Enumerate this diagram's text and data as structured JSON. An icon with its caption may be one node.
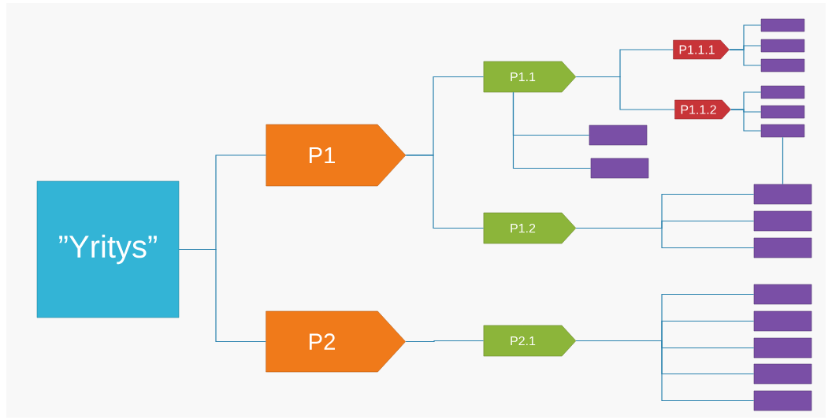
{
  "diagram": {
    "nodes": [
      {
        "text": [
          "”Yritys”"
        ]
      },
      {
        "text": [
          "P1"
        ]
      },
      {
        "text": [
          "P2"
        ]
      },
      {
        "text": [
          "P1.1"
        ]
      },
      {
        "text": [
          "P1.2"
        ]
      },
      {
        "text": [
          "P2.1"
        ]
      },
      {
        "text": [
          "P1.1.1"
        ]
      },
      {
        "text": [
          "P1.1.2"
        ]
      },
      {
        "text": [],
        "shape": "box"
      },
      {
        "text": [],
        "shape": "box"
      },
      {
        "text": [],
        "shape": "box"
      },
      {
        "text": [],
        "shape": "box"
      },
      {
        "text": [],
        "shape": "box"
      },
      {
        "text": [],
        "shape": "box"
      },
      {
        "text": [],
        "shape": "box"
      },
      {
        "text": [],
        "shape": "box"
      },
      {
        "text": [],
        "shape": "box"
      },
      {
        "text": [],
        "shape": "box"
      },
      {
        "text": [],
        "shape": "box"
      },
      {
        "text": [],
        "shape": "box"
      },
      {
        "text": [],
        "shape": "box"
      },
      {
        "text": [],
        "shape": "box"
      },
      {
        "text": [],
        "shape": "box"
      },
      {
        "text": [],
        "shape": "box"
      }
    ],
    "edges": [
      {
        "from": 0,
        "to": 1,
        "arrow": "none"
      },
      {
        "from": 0,
        "to": 2,
        "arrow": "none"
      },
      {
        "from": 1,
        "to": 3,
        "arrow": "none"
      },
      {
        "from": 1,
        "to": 4,
        "arrow": "none"
      },
      {
        "from": 2,
        "to": 5,
        "arrow": "none"
      },
      {
        "from": 3,
        "to": 6,
        "arrow": "none"
      },
      {
        "from": 3,
        "to": 7,
        "arrow": "none"
      },
      {
        "from": 3,
        "to": 14,
        "arrow": "none"
      },
      {
        "from": 3,
        "to": 15,
        "arrow": "none"
      },
      {
        "from": 6,
        "to": 8,
        "arrow": "none"
      },
      {
        "from": 6,
        "to": 9,
        "arrow": "none"
      },
      {
        "from": 6,
        "to": 10,
        "arrow": "none"
      },
      {
        "from": 7,
        "to": 11,
        "arrow": "none"
      },
      {
        "from": 7,
        "to": 12,
        "arrow": "none"
      },
      {
        "from": 7,
        "to": 13,
        "arrow": "none"
      },
      {
        "from": 13,
        "to": 16,
        "arrow": "none"
      },
      {
        "from": 4,
        "to": 16,
        "arrow": "none"
      },
      {
        "from": 4,
        "to": 17,
        "arrow": "none"
      },
      {
        "from": 4,
        "to": 18,
        "arrow": "none"
      },
      {
        "from": 5,
        "to": 19,
        "arrow": "none"
      },
      {
        "from": 5,
        "to": 20,
        "arrow": "none"
      },
      {
        "from": 5,
        "to": 21,
        "arrow": "none"
      },
      {
        "from": 5,
        "to": 22,
        "arrow": "none"
      },
      {
        "from": 5,
        "to": 23,
        "arrow": "none"
      }
    ]
  }
}
